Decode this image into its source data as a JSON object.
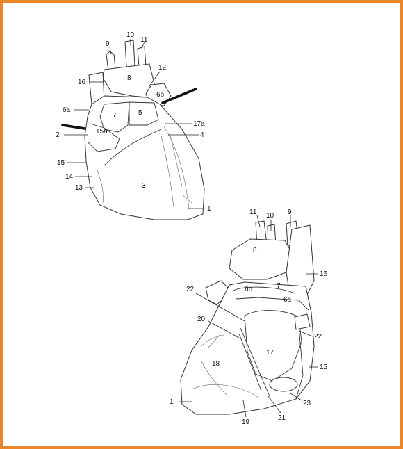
{
  "frame": {
    "border_color": "#e9852a",
    "background": "#ffffff"
  },
  "anterior_view": {
    "labels": [
      "9",
      "10",
      "11",
      "8",
      "12",
      "16",
      "6b",
      "6a",
      "7",
      "5",
      "17a",
      "2",
      "15a",
      "4",
      "15",
      "14",
      "3",
      "13",
      "1"
    ]
  },
  "posterior_view": {
    "labels": [
      "11",
      "10",
      "9",
      "8",
      "16",
      "22",
      "6b",
      "7",
      "6a",
      "20",
      "22",
      "17",
      "18",
      "15",
      "1",
      "23",
      "19",
      "21"
    ]
  }
}
